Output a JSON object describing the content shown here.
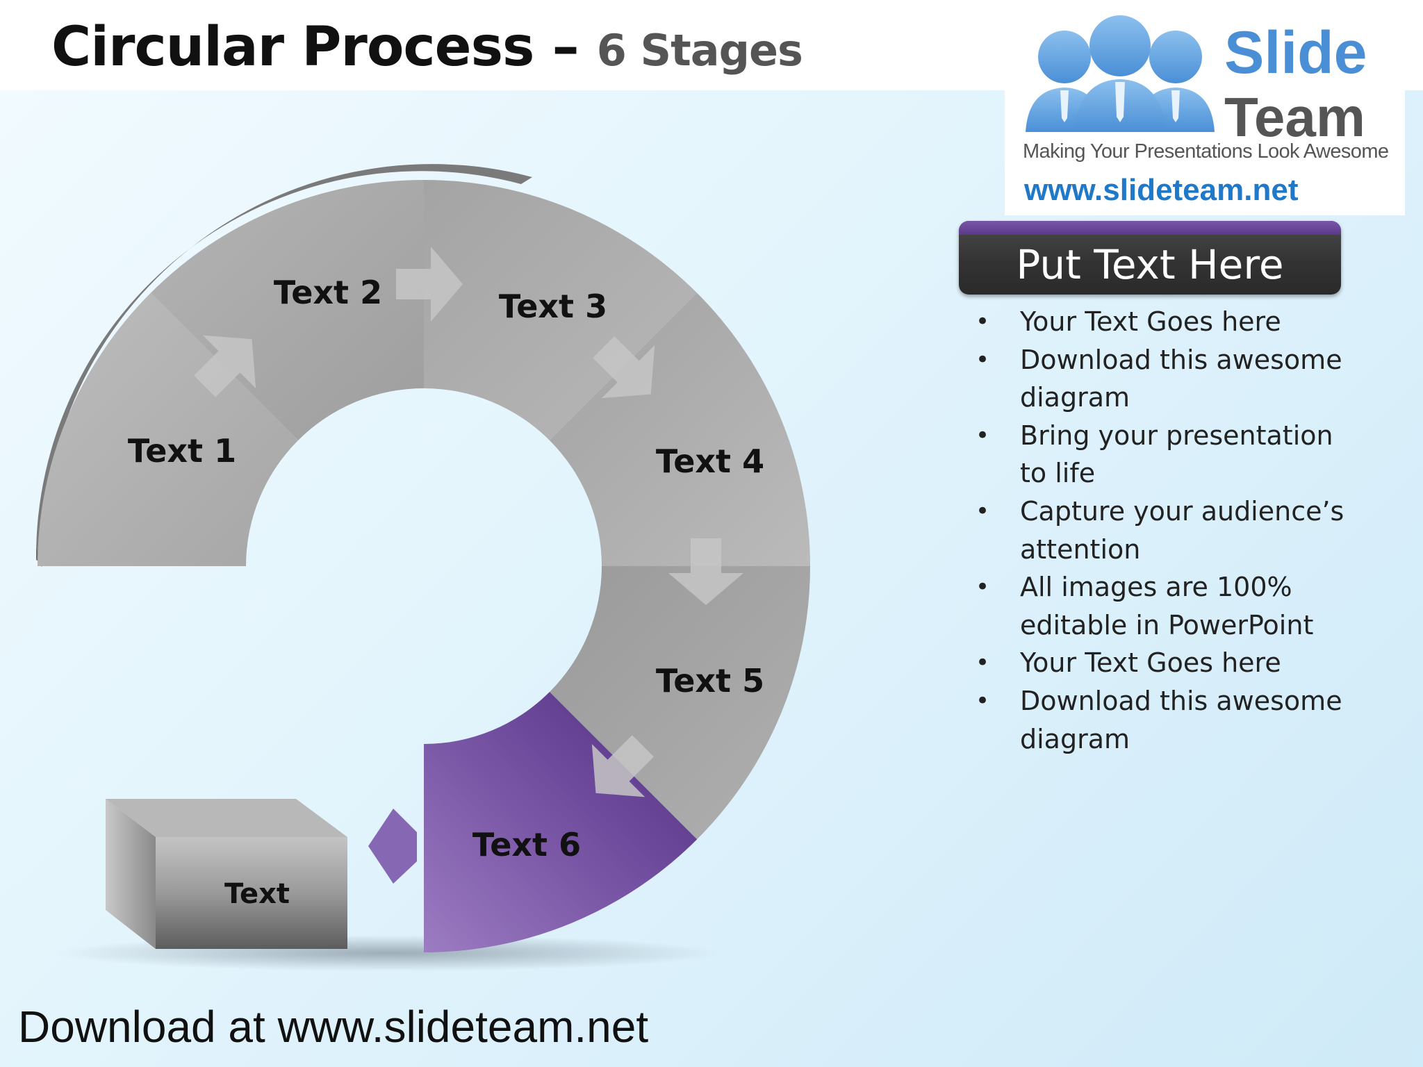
{
  "title": {
    "main": "Circular Process –",
    "sub": "6 Stages"
  },
  "logo": {
    "name_line1": "Slide",
    "name_line2": "Team",
    "tagline": "Making Your Presentations Look Awesome",
    "url": "www.slideteam.net"
  },
  "diagram": {
    "stages": [
      {
        "label": "Text 1"
      },
      {
        "label": "Text 2"
      },
      {
        "label": "Text 3"
      },
      {
        "label": "Text 4"
      },
      {
        "label": "Text 5"
      },
      {
        "label": "Text 6"
      }
    ],
    "box_label": "Text",
    "colors": {
      "segment": "#a9a9a9",
      "highlight": "#7a5aa6",
      "arrow": "#c6c6c6"
    }
  },
  "panel": {
    "header": "Put Text Here",
    "bullets": [
      "Your Text Goes here",
      "Download this awesome diagram",
      "Bring your presentation to life",
      "Capture your audience’s attention",
      "All images are 100% editable in PowerPoint",
      "Your Text Goes here",
      "Download this awesome diagram"
    ]
  },
  "footer": "Download at www.slideteam.net"
}
